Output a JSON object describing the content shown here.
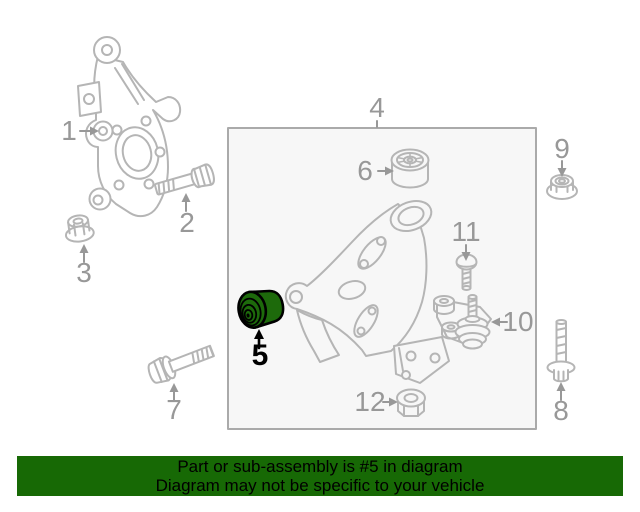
{
  "banner": {
    "line1": "Part or sub-assembly is #5 in diagram",
    "line2": "Diagram may not be specific to your vehicle",
    "bg_color": "#176905",
    "text_color": "#000000"
  },
  "colors": {
    "line_gray": "#b5b5b5",
    "label_gray": "#989898",
    "highlight_green": "#1d6a0b",
    "highlight_outline": "#000000",
    "box_fill": "#f7f7f7",
    "box_border": "#aaaaaa",
    "background": "#ffffff"
  },
  "highlighted_part": "5",
  "callouts": [
    {
      "num": "1",
      "part": "steering-knuckle",
      "highlighted": false
    },
    {
      "num": "2",
      "part": "bolt",
      "highlighted": false
    },
    {
      "num": "3",
      "part": "nut",
      "highlighted": false
    },
    {
      "num": "4",
      "part": "control-arm-assembly",
      "highlighted": false
    },
    {
      "num": "5",
      "part": "bushing",
      "highlighted": true
    },
    {
      "num": "6",
      "part": "bushing",
      "highlighted": false
    },
    {
      "num": "7",
      "part": "bolt",
      "highlighted": false
    },
    {
      "num": "8",
      "part": "bolt",
      "highlighted": false
    },
    {
      "num": "9",
      "part": "nut",
      "highlighted": false
    },
    {
      "num": "10",
      "part": "ball-joint",
      "highlighted": false
    },
    {
      "num": "11",
      "part": "bolt",
      "highlighted": false
    },
    {
      "num": "12",
      "part": "nut",
      "highlighted": false
    }
  ]
}
